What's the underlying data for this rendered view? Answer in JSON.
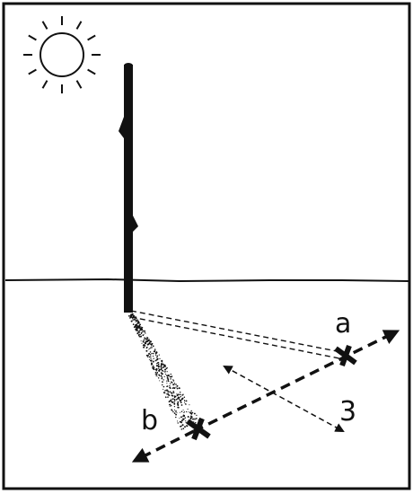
{
  "labels": {
    "point_a": "a",
    "point_b": "b",
    "line_number": "3"
  },
  "colors": {
    "ink": "#111111",
    "background": "#ffffff"
  },
  "icons": {
    "sun": "sun-icon",
    "stick": "stick-icon",
    "marker": "cross-marker-icon"
  }
}
